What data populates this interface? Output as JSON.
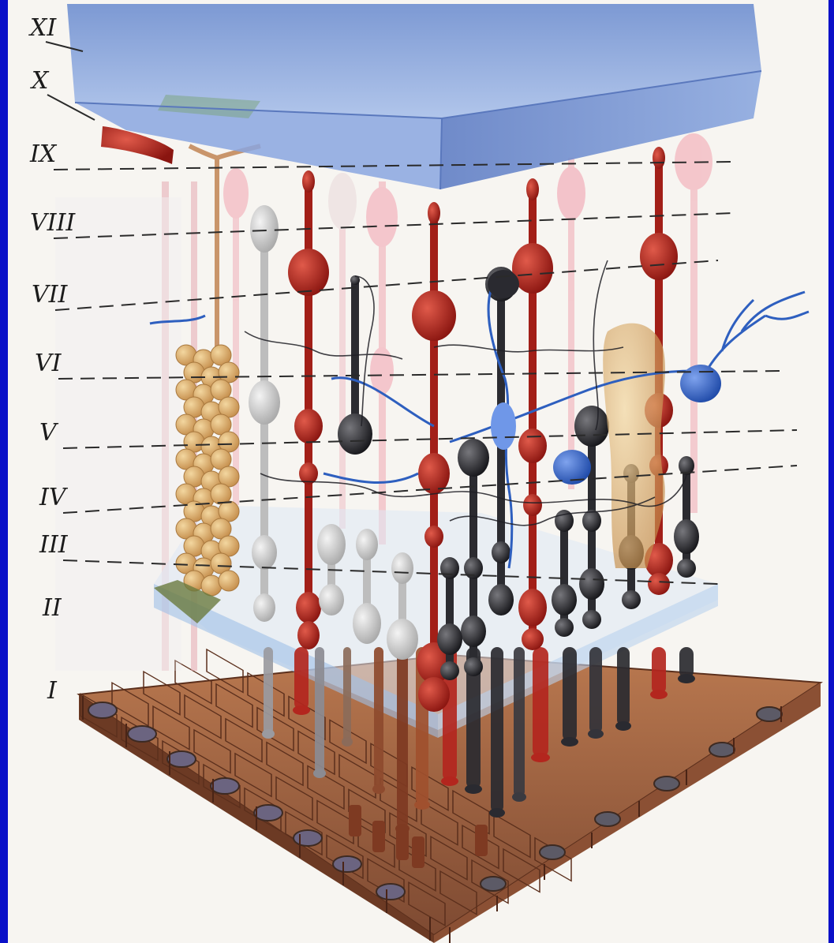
{
  "figure": {
    "type": "retina-layers-illustration",
    "frame_color": "#0a10c8",
    "layer_labels": [
      "XI",
      "X",
      "IX",
      "VIII",
      "VII",
      "VI",
      "V",
      "IV",
      "III",
      "II",
      "I"
    ],
    "colors": {
      "vitreous": "#7f9fd6",
      "rod_red": "#b3261e",
      "pink": "#e98a98",
      "gray_cell": "#cfcfcf",
      "dark_cell": "#2a2a2e",
      "blue_cell": "#2e5fbf",
      "muller": "#c9956b",
      "pigment_epithelium": "#9a5a3e"
    }
  }
}
